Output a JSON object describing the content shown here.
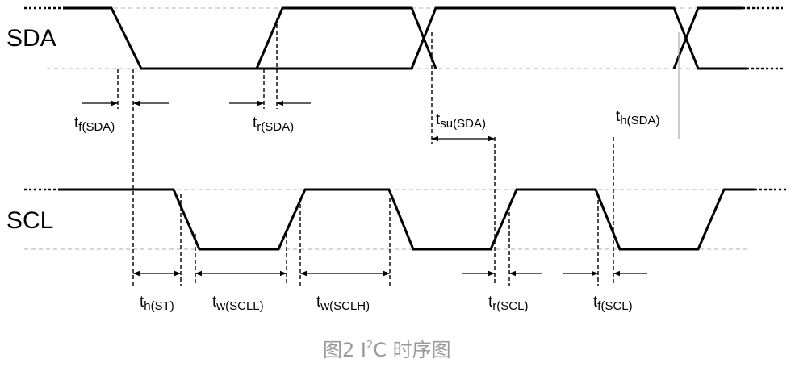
{
  "signals": {
    "sda": "SDA",
    "scl": "SCL"
  },
  "timings": {
    "tf_sda": {
      "main": "t",
      "sub": "f(SDA)"
    },
    "tr_sda": {
      "main": "t",
      "sub": "r(SDA)"
    },
    "tsu_sda": {
      "main": "t",
      "sub": "su(SDA)"
    },
    "th_sda": {
      "main": "t",
      "sub": "h(SDA)"
    },
    "th_st": {
      "main": "t",
      "sub": "h(ST)"
    },
    "tw_scll": {
      "main": "t",
      "sub": "w(SCLL)"
    },
    "tw_sclh": {
      "main": "t",
      "sub": "w(SCLH)"
    },
    "tr_scl": {
      "main": "t",
      "sub": "r(SCL)"
    },
    "tf_scl": {
      "main": "t",
      "sub": "f(SCL)"
    }
  },
  "caption": {
    "prefix": "图2 I",
    "sup": "2",
    "suffix": "C 时序图"
  }
}
